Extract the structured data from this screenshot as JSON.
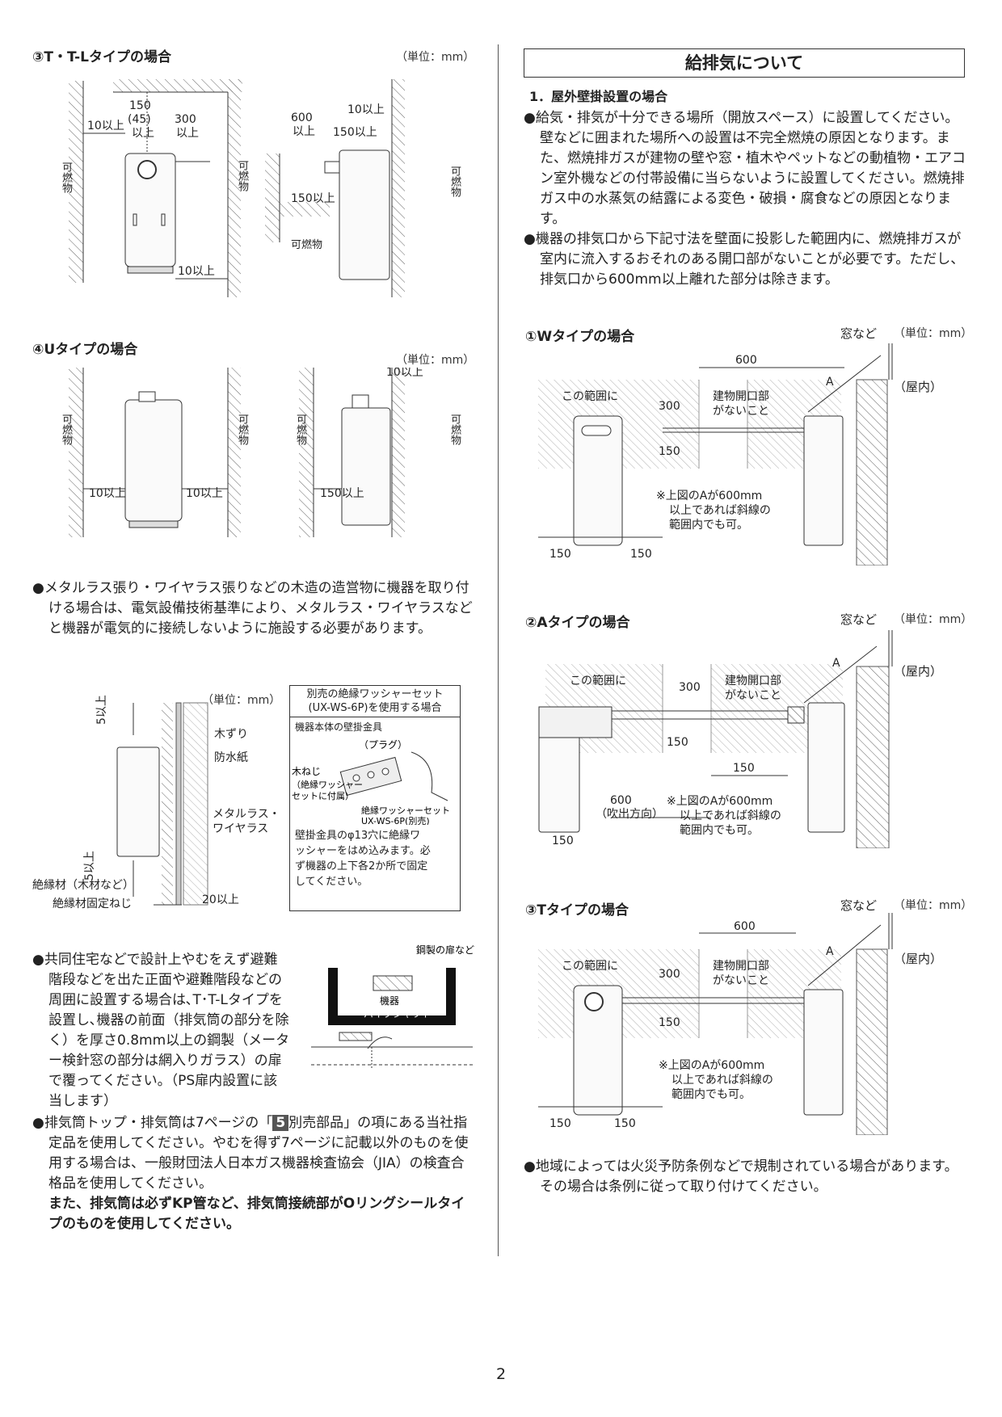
{
  "left": {
    "s3": {
      "title": "③T・T-Lタイプの場合",
      "unit": "（単位：mm）",
      "d150": "150",
      "d45": "(45)",
      "above": "以上",
      "d300": "300",
      "d300_above": "以上",
      "d10a": "10以上",
      "d10b": "10以上",
      "d10c": "10以上",
      "d600": "600",
      "d600_above": "以上",
      "d150a": "150以上",
      "d150b": "150以上",
      "combustible": "可燃物"
    },
    "s4": {
      "title": "④Uタイプの場合",
      "unit": "（単位：mm）",
      "d10a": "10以上",
      "d10b": "10以上",
      "d10c": "10以上",
      "d150": "150以上",
      "combustible": "可燃物"
    },
    "bullet1": "●メタルラス張り・ワイヤラス張りなどの木造の造営物に機器を取り付ける場合は、電気設備技術基準により、メタルラス・ワイヤラスなどと機器が電気的に接続しないように施設する必要があります。",
    "fig": {
      "unit": "（単位：mm）",
      "d5a": "5以上",
      "d5b": "5以上",
      "d20": "20以上",
      "l_kizuri": "木ずり",
      "l_bousui": "防水紙",
      "l_metal1": "メタルラス・",
      "l_metal2": "ワイヤラス",
      "l_zetsu1": "絶縁材（木材など）",
      "l_zetsu2": "絶縁材固定ねじ",
      "box_title1": "別売の絶縁ワッシャーセット",
      "box_title2": "(UX-WS-6P)を使用する場合",
      "box_sub": "機器本体の壁掛金具",
      "plug": "（プラグ）",
      "screw1": "木ねじ",
      "screw2": "（絶縁ワッシャー",
      "screw3": "セットに付属）",
      "washer1": "絶縁ワッシャーセット",
      "washer2": "UX-WS-6P(別売)",
      "box_note1": "壁掛金具のφ13穴に絶縁ワ",
      "box_note2": "ッシャーをはめ込みます。必",
      "box_note3": "ず機器の上下各2か所で固定",
      "box_note4": "してください。"
    },
    "bullet2": [
      "●共同住宅などで設計上やむをえず避難",
      "階段などを出た正面や避難階段などの",
      "周囲に設置する場合は､T･T-Lタイプを",
      "設置し､機器の前面（排気筒の部分を除",
      "く）を厚さ0.8mm以上の鋼製（メータ",
      "ー検針窓の部分は網入りガラス）の扉",
      "で覆ってください。（PS扉内設置に該",
      "当します）"
    ],
    "ps": {
      "door": "鋼製の扉など",
      "unit": "機器",
      "shaft": "パイプシャフト"
    },
    "bullet3": "●排気筒トップ・排気筒は7ページの「",
    "bullet3_num": "5",
    "bullet3_rest": "別売部品」の項にある当社指定品を使用してください。やむを得ず7ページに記載以外のものを使用する場合は、一般財団法人日本ガス機器検査協会（JIA）の検査合格品を使用してください。",
    "bullet3_bold": "また、排気筒は必ずKP管など、排気筒接続部がOリングシールタイプのものを使用してください。"
  },
  "right": {
    "section_title": "給排気について",
    "sub1": "1．屋外壁掛設置の場合",
    "b1": "●給気・排気が十分できる場所（開放スペース）に設置してください。壁などに囲まれた場所への設置は不完全燃焼の原因となります。また、燃焼排ガスが建物の壁や窓・植木やペットなどの動植物・エアコン室外機などの付帯設備に当らないように設置してください。燃焼排ガス中の水蒸気の結露による変色・破損・腐食などの原因となります。",
    "b2": "●機器の排気口から下記寸法を壁面に投影した範囲内に、燃焼排ガスが室内に流入するおそれのある開口部がないことが必要です。ただし、排気口から600mm以上離れた部分は除きます。",
    "w": {
      "title": "①Wタイプの場合",
      "window": "窓など",
      "unit": "（単位：mm）",
      "indoor": "（屋内）",
      "d600": "600",
      "d300": "300",
      "d150": "150",
      "d150a": "150",
      "d150b": "150",
      "range1": "この範囲に",
      "open1": "建物開口部",
      "open2": "がないこと",
      "A": "A",
      "note1": "※上図のAが600mm",
      "note2": "以上であれば斜線の",
      "note3": "範囲内でも可。"
    },
    "a": {
      "title": "②Aタイプの場合",
      "window": "窓など",
      "unit": "（単位：mm）",
      "indoor": "（屋内）",
      "d300": "300",
      "d150": "150",
      "d150h": "150",
      "d600": "600",
      "dir": "（吹出方向）",
      "d150b": "150",
      "range1": "この範囲に",
      "open1": "建物開口部",
      "open2": "がないこと",
      "A": "A",
      "note1": "※上図のAが600mm",
      "note2": "以上であれば斜線の",
      "note3": "範囲内でも可。"
    },
    "t": {
      "title": "③Tタイプの場合",
      "window": "窓など",
      "unit": "（単位：mm）",
      "indoor": "（屋内）",
      "d600": "600",
      "d300": "300",
      "d150": "150",
      "d150a": "150",
      "d150b": "150",
      "range1": "この範囲に",
      "open1": "建物開口部",
      "open2": "がないこと",
      "A": "A",
      "note1": "※上図のAが600mm",
      "note2": "以上であれば斜線の",
      "note3": "範囲内でも可。"
    },
    "b3": "●地域によっては火災予防条例などで規制されている場合があります。その場合は条例に従って取り付けてください。"
  },
  "page_number": "2"
}
